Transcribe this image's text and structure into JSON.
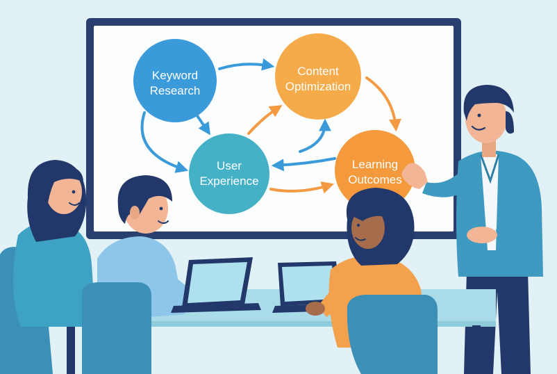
{
  "diagram": {
    "nodes": [
      {
        "id": "keyword",
        "lines": [
          "Keyword",
          "Research"
        ],
        "color": "#3b9ad9"
      },
      {
        "id": "content",
        "lines": [
          "Content",
          "Optimization"
        ],
        "color": "#f6ab4a"
      },
      {
        "id": "ux",
        "lines": [
          "User",
          "Experience"
        ],
        "color": "#45b1c6"
      },
      {
        "id": "learning",
        "lines": [
          "Learning",
          "Outcomes"
        ],
        "color": "#f59a3c"
      }
    ],
    "arrow_colors": {
      "blue": "#3b9ad9",
      "orange": "#f39a43"
    }
  },
  "palette": {
    "wall": "#e2f1f6",
    "screen_frame": "#283f70",
    "screen": "#fcfdfd",
    "table": "#a9dce8",
    "chair": "#3c8fb7",
    "navy": "#23386a",
    "skin": "#f2b596",
    "skin_dark": "#a76c4b",
    "teal_shirt": "#3ea2c4",
    "light_blue_shirt": "#8ec6ea",
    "orange_shirt": "#f3a14d",
    "jacket": "#3f9ac2",
    "laptop_screen": "#aee0ee"
  }
}
